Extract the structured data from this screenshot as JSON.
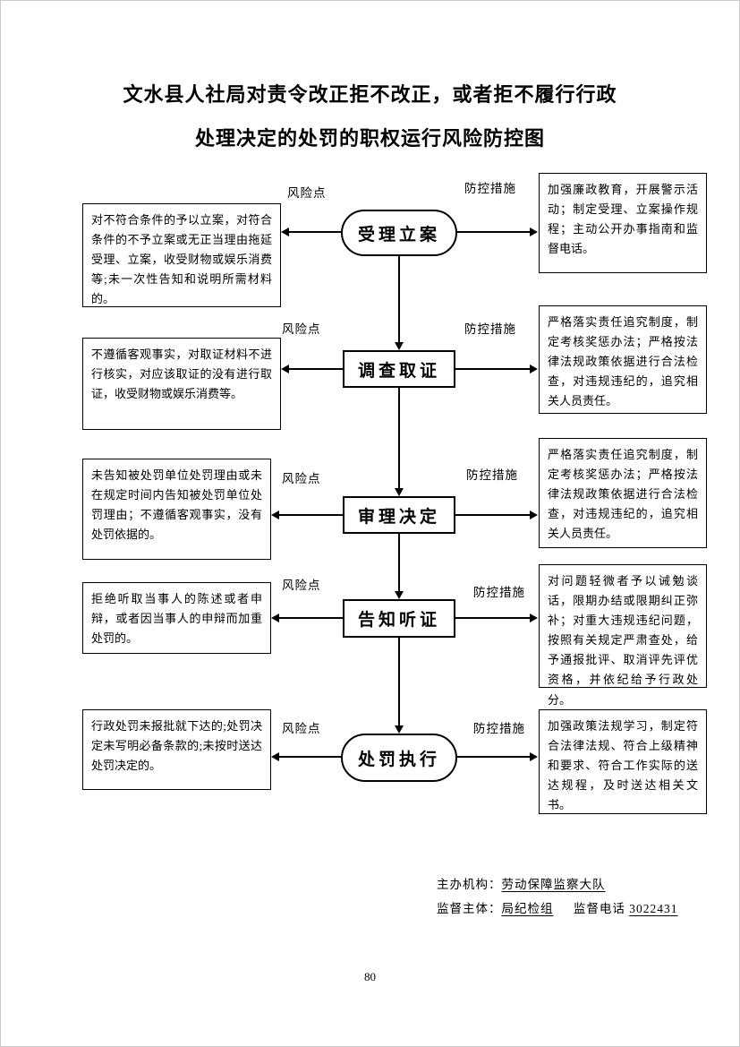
{
  "page": {
    "title_line1": "文水县人社局对责令改正拒不改正，或者拒不履行行政",
    "title_line2": "处理决定的处罚的职权运行风险防控图",
    "page_number": "80"
  },
  "flow": {
    "risk_label": "风险点",
    "control_label": "防控措施",
    "steps": [
      {
        "node": "受理立案",
        "risk": "对不符合条件的予以立案，对符合条件的不予立案或无正当理由拖延受理、立案，收受财物或娱乐消费等;未一次性告知和说明所需材料的。",
        "control": "加强廉政教育，开展警示活动；制定受理、立案操作规程；主动公开办事指南和监督电话。"
      },
      {
        "node": "调查取证",
        "risk": "不遵循客观事实，对取证材料不进行核实，对应该取证的没有进行取证，收受财物或娱乐消费等。",
        "control": "严格落实责任追究制度，制定考核奖惩办法；严格按法律法规政策依据进行合法检查，对违规违纪的，追究相关人员责任。"
      },
      {
        "node": "审理决定",
        "risk": "未告知被处罚单位处罚理由或未在规定时间内告知被处罚单位处罚理由；不遵循客观事实，没有处罚依据的。",
        "control": "严格落实责任追究制度，制定考核奖惩办法；严格按法律法规政策依据进行合法检查，对违规违纪的，追究相关人员责任。"
      },
      {
        "node": "告知听证",
        "risk": "拒绝听取当事人的陈述或者申辩，或者因当事人的申辩而加重处罚的。",
        "control": "对问题轻微者予以诫勉谈话，限期办结或限期纠正弥补；对重大违规违纪问题，按照有关规定严肃查处，给予通报批评、取消评先评优资格，并依纪给予行政处分。"
      },
      {
        "node": "处罚执行",
        "risk": "行政处罚未报批就下达的;处罚决定未写明必备条款的;未按时送达处罚决定的。",
        "control": "加强政策法规学习，制定符合法律法规、符合上级精神和要求、符合工作实际的送达规程，及时送达相关文书。"
      }
    ]
  },
  "footer": {
    "organizer_label": "主办机构：",
    "organizer_value": "劳动保障监察大队",
    "supervisor_label": "监督主体：",
    "supervisor_value": "局纪检组",
    "phone_label": "监督电话",
    "phone_value": "3022431"
  }
}
